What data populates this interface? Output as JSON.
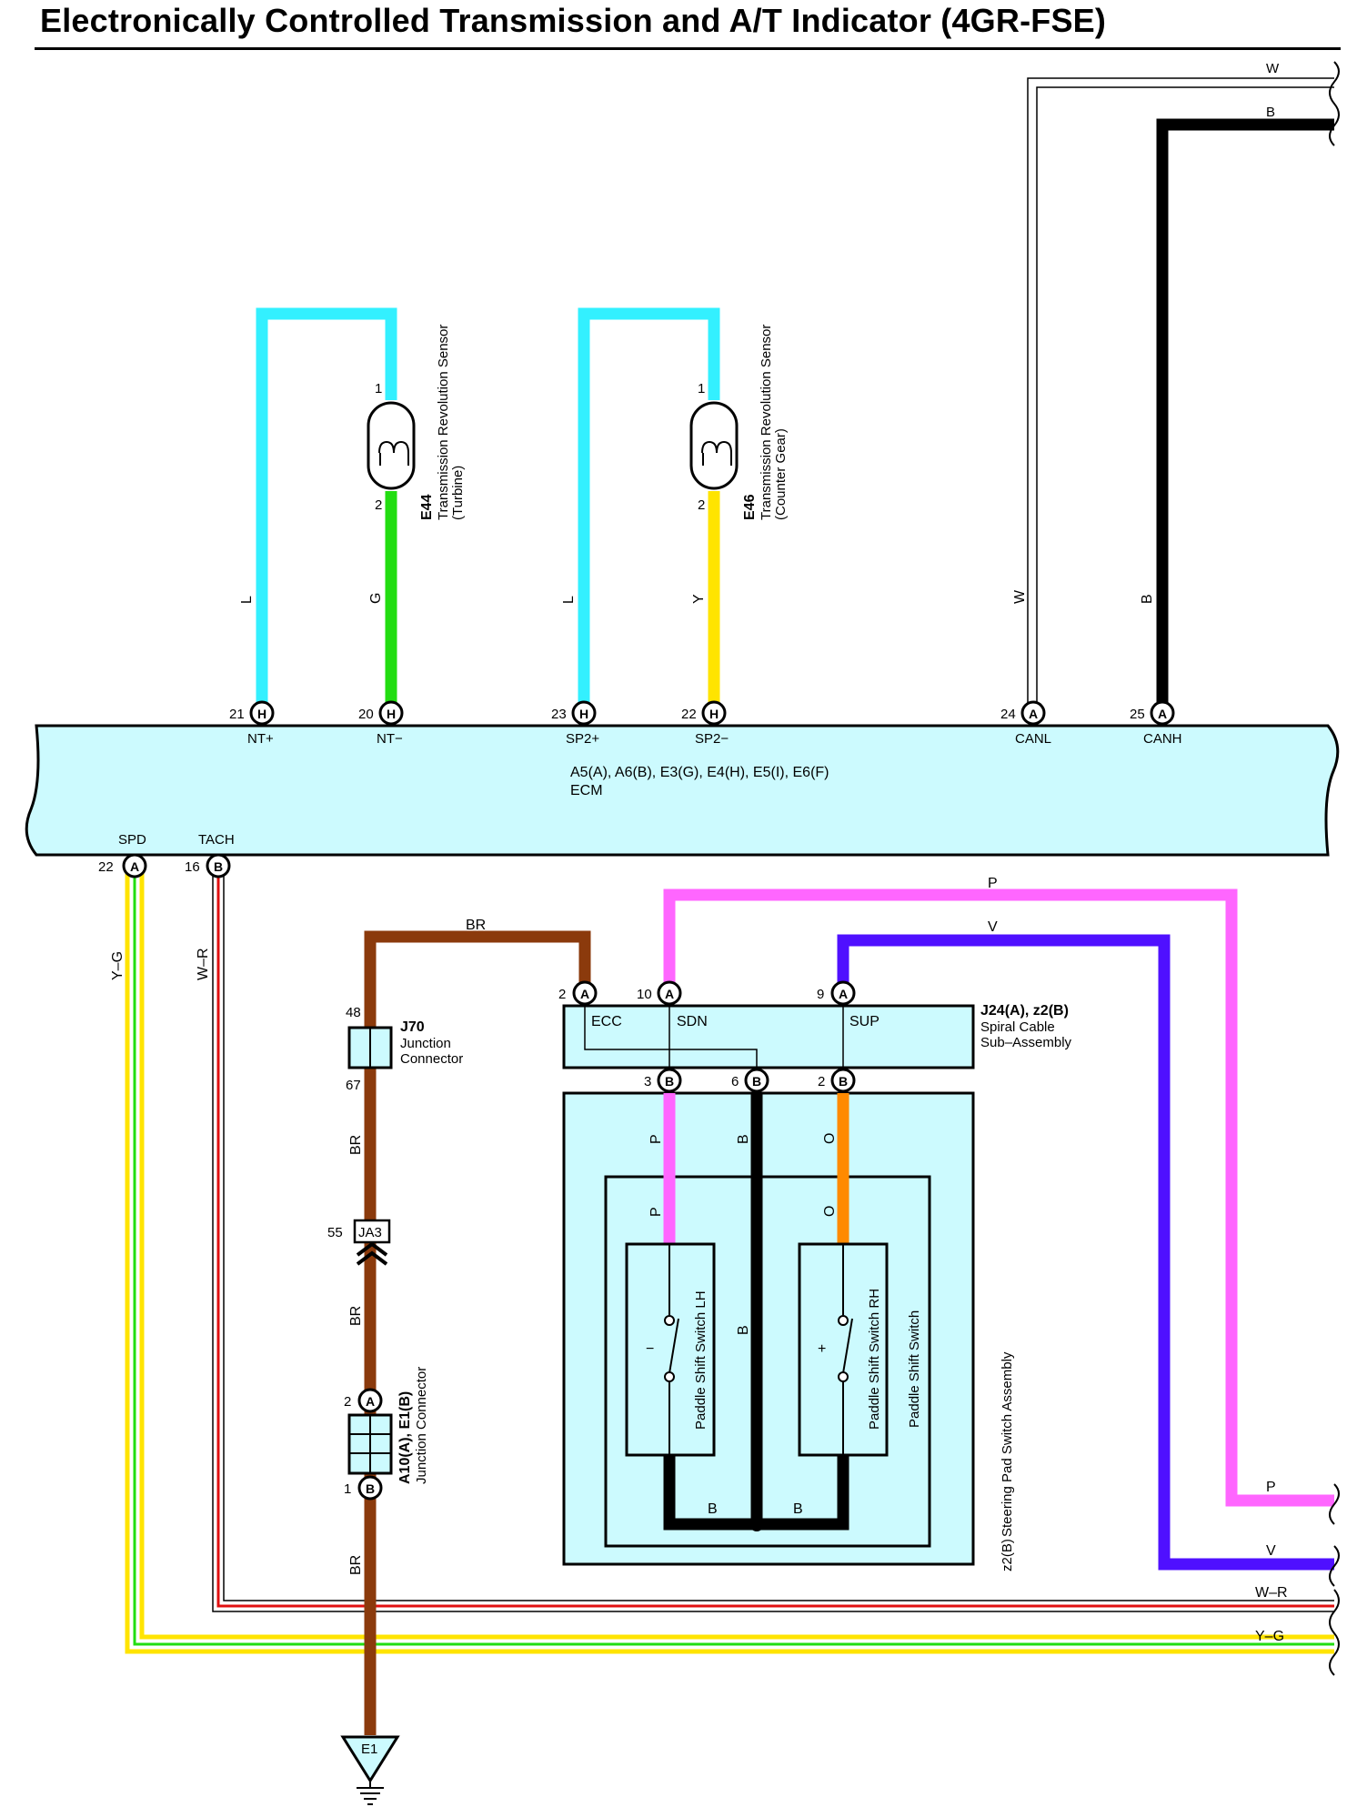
{
  "title": "Electronically Controlled Transmission and A/T Indicator (4GR-FSE)",
  "ecm": {
    "connectors": "A5(A), A6(B), E3(G), E4(H), E5(I), E6(F)",
    "name": "ECM",
    "pins_top": [
      {
        "num": "21",
        "conn": "H",
        "name": "NT+"
      },
      {
        "num": "20",
        "conn": "H",
        "name": "NT−"
      },
      {
        "num": "23",
        "conn": "H",
        "name": "SP2+"
      },
      {
        "num": "22",
        "conn": "H",
        "name": "SP2−"
      },
      {
        "num": "24",
        "conn": "A",
        "name": "CANL"
      },
      {
        "num": "25",
        "conn": "A",
        "name": "CANH"
      }
    ],
    "pins_bottom": [
      {
        "num": "22",
        "conn": "A",
        "name": "SPD"
      },
      {
        "num": "16",
        "conn": "B",
        "name": "TACH"
      }
    ]
  },
  "sensors": [
    {
      "id": "E44",
      "name": "Transmission Revolution Sensor",
      "sub": "(Turbine)",
      "pin1": "1",
      "pin2": "2"
    },
    {
      "id": "E46",
      "name": "Transmission Revolution Sensor",
      "sub": "(Counter Gear)",
      "pin1": "1",
      "pin2": "2"
    }
  ],
  "wire_labels": {
    "l1": "L",
    "g": "G",
    "l2": "L",
    "y": "Y",
    "w": "W",
    "b": "B",
    "w_top": "W",
    "b_top": "B",
    "yg": "Y–G",
    "wr": "W–R",
    "br_top": "BR",
    "br1": "BR",
    "br2": "BR",
    "br3": "BR",
    "p_top": "P",
    "v_top": "V",
    "p_right": "P",
    "v_right": "V",
    "wr_right": "W–R",
    "yg_right": "Y–G",
    "p1": "P",
    "p2": "P",
    "b1": "B",
    "b2": "B",
    "b3": "B",
    "b4": "B",
    "o1": "O",
    "o2": "O"
  },
  "j70": {
    "id": "J70",
    "name1": "Junction",
    "name2": "Connector",
    "pin_top": "48",
    "pin_bottom": "67"
  },
  "ja3": {
    "label": "JA3",
    "pin": "55"
  },
  "a10": {
    "id": "A10(A), E1(B)",
    "name": "Junction Connector",
    "pin_top": "2",
    "conn_top": "A",
    "pin_bottom": "1",
    "conn_bottom": "B"
  },
  "ground": {
    "label": "E1"
  },
  "spiral": {
    "id": "J24(A), z2(B)",
    "name1": "Spiral Cable",
    "name2": "Sub–Assembly",
    "pins_top": [
      {
        "num": "2",
        "conn": "A",
        "name": "ECC"
      },
      {
        "num": "10",
        "conn": "A",
        "name": "SDN"
      },
      {
        "num": "9",
        "conn": "A",
        "name": "SUP"
      }
    ],
    "pins_bottom": [
      {
        "num": "3",
        "conn": "B"
      },
      {
        "num": "6",
        "conn": "B"
      },
      {
        "num": "2",
        "conn": "B"
      }
    ]
  },
  "steering": {
    "id": "z2(B)",
    "name": "Steering Pad Switch Assembly"
  },
  "paddle": {
    "name": "Paddle Shift Switch",
    "lh": "Paddle Shift Switch LH",
    "rh": "Paddle Shift Switch RH",
    "minus": "−",
    "plus": "+"
  },
  "colors": {
    "cyan": "#33f0ff",
    "green": "#22dd11",
    "yellow": "#ffe400",
    "black": "#000000",
    "brown": "#8b3a0c",
    "pink": "#ff66ff",
    "violet": "#4f10ff",
    "orange": "#ff8a00",
    "red": "#e01010",
    "box_fill": "#ccfafe"
  }
}
